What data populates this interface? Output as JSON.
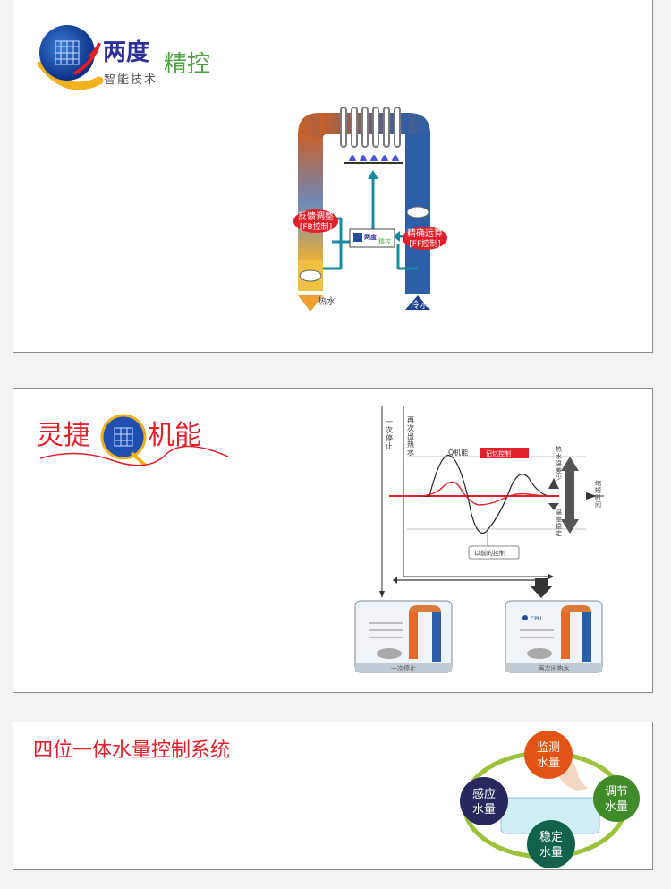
{
  "colors": {
    "hot": "#e87a23",
    "cold": "#2d5fa8",
    "arrow": "#1a8aa0",
    "red": "#e0202a",
    "green": "#4aa33c"
  },
  "section1": {
    "logo_brand": "两度",
    "logo_accent": "精控",
    "logo_subtitle": "智能技术",
    "fb_label_1": "反馈调整",
    "fb_label_2": "[FB控制]",
    "ff_label_1": "精确运算",
    "ff_label_2": "[FF控制]",
    "hot_water": "热水",
    "cold_water": "冷水",
    "chip_brand": "两度",
    "chip_accent": "精控"
  },
  "section2": {
    "title_left": "灵捷",
    "title_right": "机能",
    "stop_label": "一次停止",
    "restart_label": "再次出热水",
    "q_function": "Q机能",
    "memory_control": "记忆控制",
    "temp_diff_less": "热水温差少",
    "shorten_time": "缩短时间",
    "temp_stable": "温度稳定",
    "past_control": "以前的控制",
    "thumb_left_caption": "一次停止",
    "thumb_right_caption": "再次出热水",
    "thumb_right_tag": "CPU"
  },
  "section3": {
    "title": "四位一体水量控制系统",
    "nodes": [
      {
        "l1": "监测",
        "l2": "水量"
      },
      {
        "l1": "调节",
        "l2": "水量"
      },
      {
        "l1": "稳定",
        "l2": "水量"
      },
      {
        "l1": "感应",
        "l2": "水量"
      }
    ]
  }
}
